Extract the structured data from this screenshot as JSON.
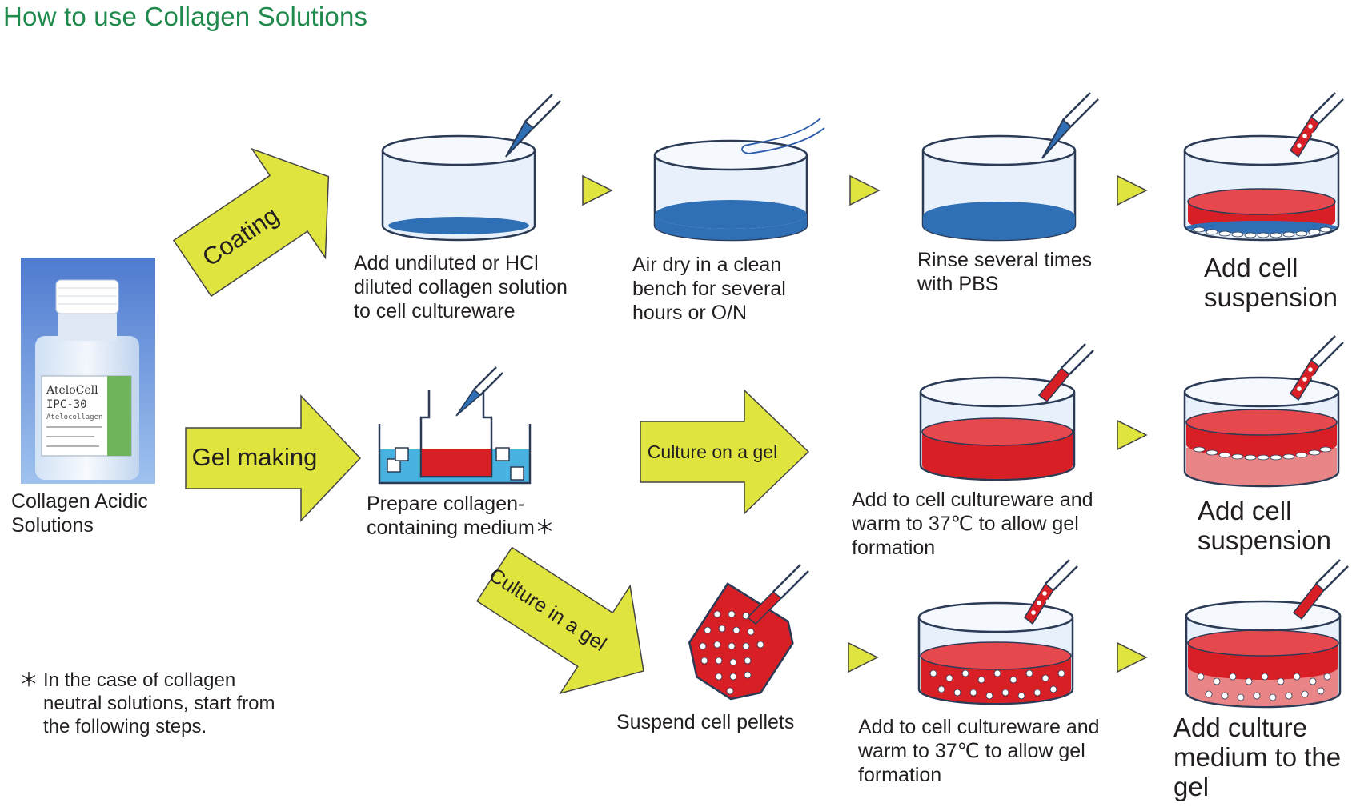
{
  "title": "How to use Collagen Solutions",
  "colors": {
    "title": "#1f8a4c",
    "arrow_fill": "#dfe43e",
    "dish_outline": "#2b3a55",
    "dish_glass": "#e8f1fb",
    "coating_blue": "#2e6fb6",
    "gel_red": "#d91f26",
    "gel_light_red": "#e98487",
    "ice_blue": "#47b2df"
  },
  "product": {
    "icon": "bottle-photo",
    "label_brand": "AteloCell",
    "label_code": "IPC-30",
    "label_sub": "Atelocollagen",
    "caption": "Collagen Acidic\nSolutions"
  },
  "arrows": {
    "coating": "Coating",
    "gel_making": "Gel making",
    "culture_on_gel": "Culture on a gel",
    "culture_in_gel": "Culture in a gel"
  },
  "coating_steps": [
    "Add undiluted or HCl\ndiluted collagen solution\nto cell cultureware",
    "Air dry in a clean\nbench for several\nhours or O/N",
    "Rinse several times\nwith PBS",
    "Add cell\nsuspension"
  ],
  "gel_prep": "Prepare collagen-\ncontaining medium＊",
  "on_gel_steps": [
    "Add to cell cultureware and\nwarm to 37℃ to allow gel\nformation",
    "Add cell\nsuspension"
  ],
  "in_gel_steps": [
    "Suspend cell pellets",
    "Add to cell cultureware and\nwarm to 37℃ to allow gel\nformation",
    "Add culture\nmedium to the\ngel"
  ],
  "footnote": {
    "marker": "＊",
    "text": "In the case of collagen\nneutral solutions, start from\nthe following steps."
  }
}
